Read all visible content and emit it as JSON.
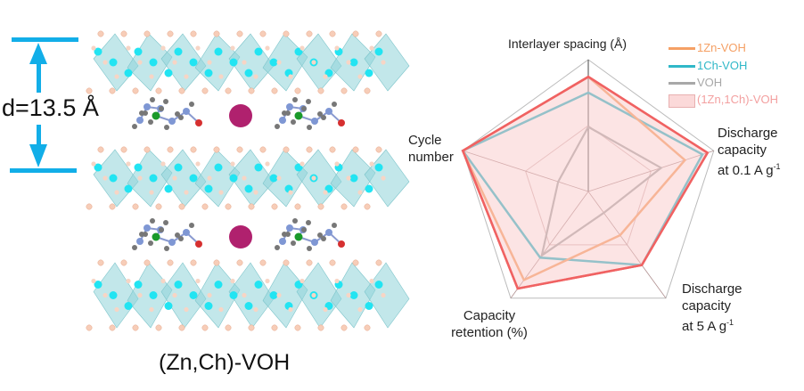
{
  "structure": {
    "spacing_label": "d=13.5 Å",
    "caption": "(Zn,Ch)-VOH"
  },
  "chart_data": {
    "type": "radar",
    "axes": [
      {
        "label": [
          "Interlayer spacing (Å)"
        ]
      },
      {
        "label": [
          "Discharge",
          "capacity",
          "at 0.1 A g",
          "-1"
        ]
      },
      {
        "label": [
          "Discharge",
          "capacity",
          "at 5 A g",
          "-1"
        ]
      },
      {
        "label": [
          "Capacity",
          "retention (%)"
        ]
      },
      {
        "label": [
          "Cycle",
          "number"
        ]
      }
    ],
    "range": [
      0,
      1
    ],
    "grid_levels": [
      0.5,
      1.0
    ],
    "legend_position": "top-right",
    "series": [
      {
        "name": "1Zn-VOH",
        "color": "#f5a065",
        "values": [
          0.87,
          0.77,
          0.41,
          0.83,
          1.0
        ]
      },
      {
        "name": "1Ch-VOH",
        "color": "#30b8c8",
        "values": [
          0.75,
          0.91,
          0.69,
          0.62,
          1.0
        ]
      },
      {
        "name": "VOH",
        "color": "#a8a8a8",
        "values": [
          0.49,
          0.58,
          0.2,
          0.6,
          0.24
        ]
      },
      {
        "name": "(1Zn,1Ch)-VOH",
        "color": "#f06262",
        "fill": "#f9c9c9",
        "values": [
          0.87,
          0.95,
          0.69,
          0.91,
          1.0
        ]
      }
    ]
  }
}
